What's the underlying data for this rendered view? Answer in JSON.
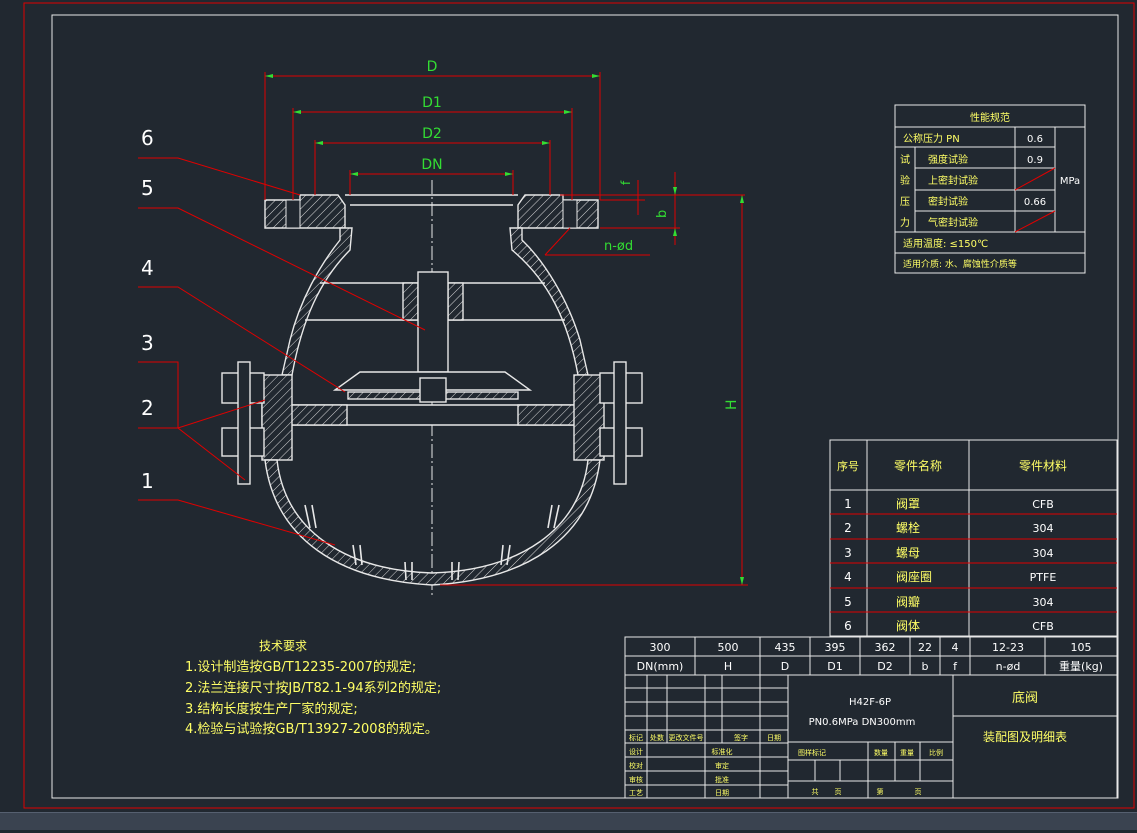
{
  "drawing": {
    "dim_labels": {
      "D": "D",
      "D1": "D1",
      "D2": "D2",
      "DN": "DN",
      "f": "f",
      "b": "b",
      "nd": "n-ød",
      "H": "H"
    },
    "leaders": [
      "6",
      "5",
      "4",
      "3",
      "2",
      "1"
    ]
  },
  "performance": {
    "title": "性能规范",
    "pn_label": "公称压力 PN",
    "pn_value": "0.6",
    "test_chars": [
      "试",
      "验",
      "压",
      "力"
    ],
    "tests": [
      {
        "name": "强度试验",
        "value": "0.9"
      },
      {
        "name": "上密封试验",
        "value": ""
      },
      {
        "name": "密封试验",
        "value": "0.66"
      },
      {
        "name": "气密封试验",
        "value": ""
      }
    ],
    "unit": "MPa",
    "temp": "适用温度: ≤150℃",
    "medium": "适用介质: 水、腐蚀性介质等"
  },
  "parts": {
    "headers": [
      "序号",
      "零件名称",
      "零件材料"
    ],
    "rows": [
      {
        "no": "1",
        "name": "阀罩",
        "material": "CFB"
      },
      {
        "no": "2",
        "name": "螺栓",
        "material": "304"
      },
      {
        "no": "3",
        "name": "螺母",
        "material": "304"
      },
      {
        "no": "4",
        "name": "阀座圈",
        "material": "PTFE"
      },
      {
        "no": "5",
        "name": "阀瓣",
        "material": "304"
      },
      {
        "no": "6",
        "name": "阀体",
        "material": "CFB"
      }
    ]
  },
  "dims_table": {
    "values": [
      "300",
      "500",
      "435",
      "395",
      "362",
      "22",
      "4",
      "12-23",
      "105"
    ],
    "headers": [
      "DN(mm)",
      "H",
      "D",
      "D1",
      "D2",
      "b",
      "f",
      "n-ød",
      "重量(kg)"
    ]
  },
  "title_block": {
    "model": "H42F-6P",
    "spec": "PN0.6MPa DN300mm",
    "name": "底阀",
    "doc": "装配图及明细表",
    "rev_headers": [
      "标记",
      "处数",
      "更改文件号",
      "签字",
      "日期"
    ],
    "left_labels": [
      "设计",
      "校对",
      "审核",
      "工艺"
    ],
    "mid_labels": [
      "标准化",
      "审定",
      "批准",
      "日期"
    ],
    "stage_headers": [
      "图样标记",
      "数量",
      "重量",
      "比例"
    ],
    "sheet": [
      "共",
      "页",
      "第",
      "页"
    ]
  },
  "tech": {
    "title": "技术要求",
    "items": [
      "1.设计制造按GB/T12235-2007的规定;",
      "2.法兰连接尺寸按JB/T82.1-94系列2的规定;",
      "3.结构长度按生产厂家的规定;",
      "4.检验与试验按GB/T13927-2008的规定。"
    ]
  }
}
